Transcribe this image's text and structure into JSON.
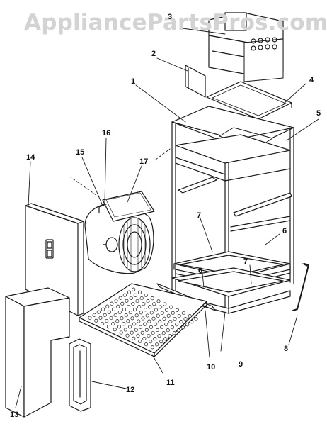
{
  "watermark": "AppliancePartsPros.com",
  "callouts": {
    "c1": "1",
    "c2": "2",
    "c3": "3",
    "c4": "4",
    "c5": "5",
    "c6a": "6",
    "c6b": "6",
    "c7a": "7",
    "c7b": "7",
    "c8": "8",
    "c9": "9",
    "c10": "10",
    "c11": "11",
    "c12": "12",
    "c13": "13",
    "c14": "14",
    "c15": "15",
    "c16": "16",
    "c17": "17"
  },
  "colors": {
    "line": "#1a1a1a",
    "watermark": "#d3d3d3",
    "background": "#ffffff"
  }
}
